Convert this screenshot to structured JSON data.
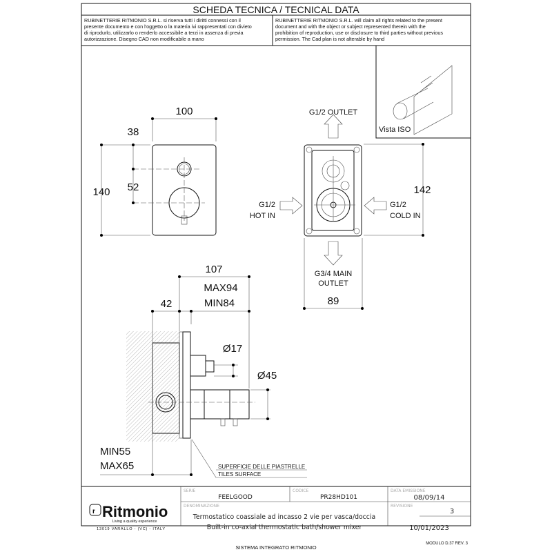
{
  "header": {
    "title": "SCHEDA TECNICA / TECNICAL DATA",
    "notice_it": [
      "RUBINETTERIE RITMONIO S.R.L. si riserva tutti i diritti connessi con il",
      "presente documento e con l'oggetto o la materia ivi rappresentati con divieto",
      "di riprodurlo, utilizzarlo o renderlo accessibile a terzi in assenza di previa",
      "autorizzazione. Disegno CAD non modificabile a mano"
    ],
    "notice_en": [
      "RUBINETTERIE RITMONIO S.R.L. will claim all rights related to the present",
      "document and with the object or subject represented therein with the",
      "prohibition  of reproduction, use or disclosure to third parties without previous",
      "permission.  The Cad plan is not alterable by hand"
    ]
  },
  "front_view": {
    "width": "100",
    "height": "140",
    "offset_top": "38",
    "spacing": "52"
  },
  "box_view": {
    "outlet_top": "G1/2 OUTLET",
    "hot_in": [
      "G1/2",
      "HOT IN"
    ],
    "cold_in": [
      "G1/2",
      "COLD IN"
    ],
    "main_outlet": [
      "G3/4 MAIN",
      "OUTLET"
    ],
    "height": "142",
    "width": "89"
  },
  "iso_view": {
    "label": "Vista ISO"
  },
  "side_view": {
    "depth_total": "107",
    "depth_range": [
      "MAX94",
      "MIN84"
    ],
    "front_depth": "42",
    "diam_small": "Ø17",
    "diam_large": "Ø45",
    "wall_range": [
      "MIN55",
      "MAX65"
    ],
    "tiles_label": [
      "SUPERFICIE DELLE PIASTRELLE",
      "TILES SURFACE"
    ]
  },
  "title_block": {
    "brand": "Ritmonio",
    "tagline": "Living a quality experience",
    "address": "13019 VARALLO - (VC) - ITALY",
    "serie_label": "SERIE",
    "serie": "FEELGOOD",
    "codice_label": "CODICE",
    "codice": "PR28HD101",
    "data_label": "DATA EMISSIONE",
    "data": "08/09/14",
    "denominazione_label": "DENOMINAZIONE",
    "description_it": "Termostatico coassiale ad incasso 2 vie per vasca/doccia",
    "description_en": "Built-in co-axial thermostatic bath/shower mixer",
    "revisione_label": "REVISIONE",
    "revisione": "3",
    "revision_date": "10/01/2023"
  },
  "footer": {
    "modulo": "MODULO D.37 REV. 3",
    "system": "SISTEMA INTEGRATO RITMONIO"
  }
}
